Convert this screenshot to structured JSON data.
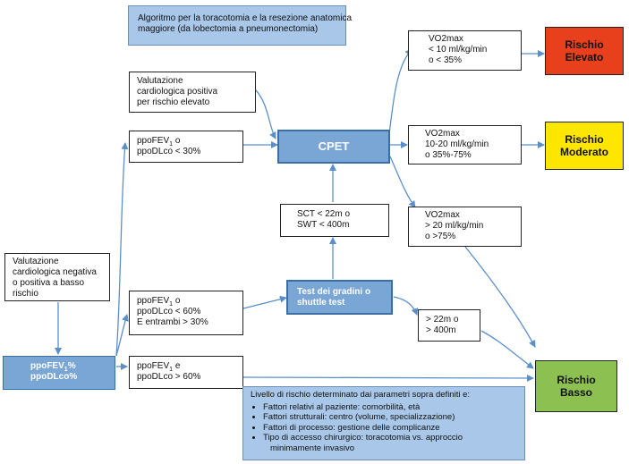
{
  "title_box": {
    "line1": "Algoritmo per la toracotomia e la resezione anatomica",
    "line2": "maggiore (da lobectomia a pneumonectomia)"
  },
  "start_box": {
    "line1_pre": "ppoFEV",
    "line1_sub": "1",
    "line1_post": "%",
    "line2": "ppoDLco%"
  },
  "negative_eval": {
    "lines": [
      "Valutazione",
      "cardiologica negativa",
      "o positiva a basso",
      "rischio"
    ]
  },
  "positive_eval": {
    "lines": [
      "Valutazione",
      "cardiologica positiva",
      "per rischio elevato"
    ]
  },
  "branch_high": {
    "l1_pre": "ppoFEV",
    "l1_sub": "1",
    "l1_post": " o",
    "l2": "ppoDLco < 30%"
  },
  "branch_mid": {
    "l1_pre": "ppoFEV",
    "l1_sub": "1",
    "l1_post": " o",
    "l2": "ppoDLco < 60%",
    "l3": "E entrambi > 30%"
  },
  "branch_low": {
    "l1_pre": "ppoFEV",
    "l1_sub": "1",
    "l1_post": " e",
    "l2": "ppoDLco > 60%"
  },
  "cpet": {
    "label": "CPET"
  },
  "sct_box": {
    "l1": "SCT < 22m  o",
    "l2": "SWT < 400m"
  },
  "stair_test": {
    "l1": "Test dei gradini o",
    "l2": "shuttle test"
  },
  "walk_ok": {
    "l1": "> 22m  o",
    "l2": "> 400m"
  },
  "vo2_high": {
    "l1": "VO2max",
    "l2": "< 10 ml/kg/min",
    "l3": "o  < 35%"
  },
  "vo2_mid": {
    "l1": "VO2max",
    "l2": "10-20 ml/kg/min",
    "l3": "o  35%-75%"
  },
  "vo2_low": {
    "l1": "VO2max",
    "l2": "> 20 ml/kg/min",
    "l3": "o  >75%"
  },
  "risk_high": {
    "l1": "Rischio",
    "l2": "Elevato",
    "color": "#e8401c"
  },
  "risk_mid": {
    "l1": "Rischio",
    "l2": "Moderato",
    "color": "#ffe600"
  },
  "risk_low": {
    "l1": "Rischio",
    "l2": "Basso",
    "color": "#8cc152"
  },
  "factors": {
    "heading": "Livello di rischio determinato dai parametri sopra definiti e:",
    "items": [
      {
        "label": "Fattori relativi al paziente:",
        "text": " comorbilità, età"
      },
      {
        "label": "Fattori strutturali:",
        "text": " centro (volume, specializzazione)"
      },
      {
        "label": "Fattori di processo:",
        "text": " gestione delle complicanze"
      },
      {
        "label": "Tipo di accesso chirurgico:",
        "text": " toracotomia vs. approccio"
      }
    ],
    "last_line": "minimamente invasivo"
  },
  "colors": {
    "arrow": "#5b8fc9",
    "blue_box": "#7aa6d6",
    "light_box": "#a9c7e8"
  }
}
